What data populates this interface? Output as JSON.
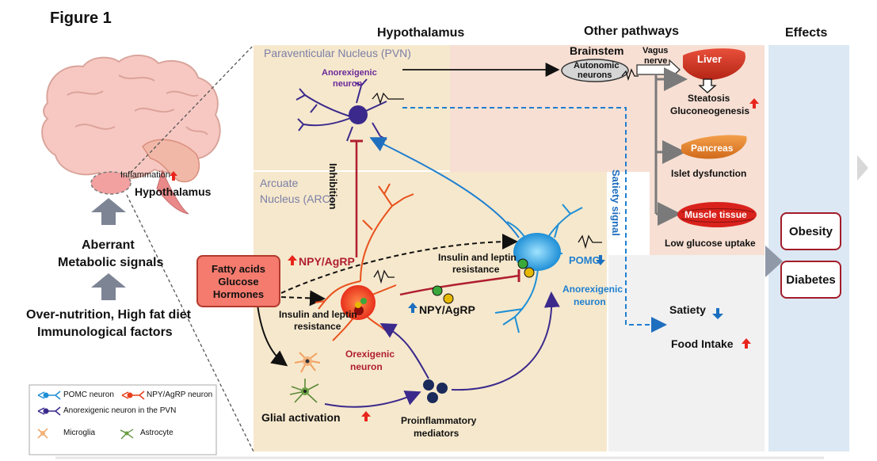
{
  "figure_label": "Figure 1",
  "headers": {
    "hypothalamus": "Hypothalamus",
    "other_pathways": "Other pathways",
    "effects": "Effects"
  },
  "pvn": {
    "title": "Paraventicular Nucleus (PVN)",
    "neuron_label_1": "Anorexigenic",
    "neuron_label_2": "neuron"
  },
  "arc": {
    "title_1": "Arcuate",
    "title_2": "Nucleus (ARC)"
  },
  "brain": {
    "inflammation": "Inflammation",
    "hypothalamus": "Hypothalamus"
  },
  "left_signals": {
    "aberrant_1": "Aberrant",
    "aberrant_2": "Metabolic signals",
    "nutrition_1": "Over-nutrition, High fat diet",
    "nutrition_2": "Immunological factors"
  },
  "nutrients_box": {
    "line1": "Fatty acids",
    "line2": "Glucose",
    "line3": "Hormones"
  },
  "labels": {
    "inhibition": "Inhibition",
    "npy_agrp_up": "NPY/AgRP",
    "npy_agrp": "NPY/AgRP",
    "insulin_leptin_1a": "Insulin and leptin",
    "insulin_leptin_1b": "resistance",
    "insulin_leptin_2a": "Insulin and leptin",
    "insulin_leptin_2b": "resistance",
    "orexigenic_1": "Orexigenic",
    "orexigenic_2": "neuron",
    "pomc": "POMC",
    "anorexigenic_1": "Anorexigenic",
    "anorexigenic_2": "neuron",
    "satiety_signal": "Satiety signal",
    "glial_activation": "Glial activation",
    "proinflammatory_1": "Proinflammatory",
    "proinflammatory_2": "mediators"
  },
  "other_pathways": {
    "brainstem": "Brainstem",
    "autonomic_1": "Autonomic",
    "autonomic_2": "neurons",
    "vagus_1": "Vagus",
    "vagus_2": "nerve",
    "liver": "Liver",
    "steatosis": "Steatosis",
    "gluconeogenesis": "Gluconeogenesis",
    "pancreas": "Pancreas",
    "islet": "Islet dysfunction",
    "muscle": "Muscle tissue",
    "glucose_uptake": "Low glucose uptake",
    "satiety": "Satiety",
    "food_intake": "Food Intake"
  },
  "effects": {
    "obesity": "Obesity",
    "diabetes": "Diabetes"
  },
  "legend": {
    "pomc": "POMC neuron",
    "npy": "NPY/AgRP neuron",
    "pvn": "Anorexigenic neuron in the PVN",
    "microglia": "Microglia",
    "astrocyte": "Astrocyte"
  },
  "colors": {
    "hypothalamus_bg": "#f6e8cc",
    "other_bg": "#f7dfd3",
    "effects_bg": "#dce8f4",
    "pomc_blue": "#1f8fd6",
    "npy_red": "#e8401c",
    "pvn_purple": "#3b2a8c",
    "inhibition_red": "#b01e2f",
    "up_arrow": "#e8261c",
    "down_arrow": "#1b6fbf"
  }
}
